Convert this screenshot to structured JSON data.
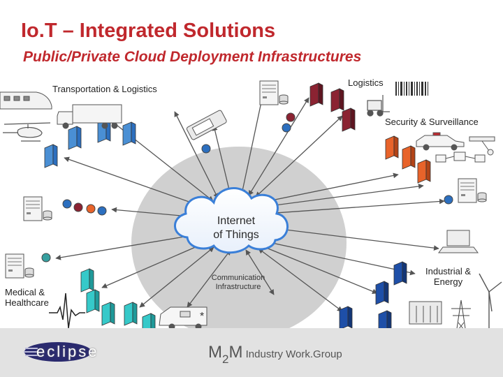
{
  "slide": {
    "title": "Io.T – Integrated Solutions",
    "subtitle": "Public/Private Cloud Deployment Infrastructures"
  },
  "labels": {
    "transportation": "Transportation & Logistics",
    "logistics": "Logistics",
    "security": "Security & Surveillance",
    "industrial_line1": "Industrial &",
    "industrial_line2": "Energy",
    "medical_line1": "Medical &",
    "medical_line2": "Healthcare",
    "cloud_line1": "Internet",
    "cloud_line2": "of Things",
    "comm_line1": "Communication",
    "comm_line2": "Infrastructure"
  },
  "footer": {
    "eclipse_logo": "eclipse",
    "m2m_m1": "M",
    "m2m_2": "2",
    "m2m_m2": "M",
    "m2m_rest": " Industry Work.Group"
  },
  "colors": {
    "title": "#c0282d",
    "blue_device": "#4a8fd4",
    "cyan_device": "#36c9c9",
    "orange_device": "#e8632a",
    "maroon_device": "#8b2332",
    "navy_device": "#1e4fa8",
    "cloud_halo": "#cfcfcf",
    "cloud_edge": "#3a7fd8"
  },
  "icons": [
    "server-icon",
    "train-icon",
    "truck-icon",
    "helicopter-icon",
    "forklift-icon",
    "barcode-icon",
    "car-icon",
    "satellite-icon",
    "laptop-icon",
    "ambulance-icon",
    "ecg-icon",
    "wind-turbine-icon",
    "power-pylon-icon",
    "rack-unit-icon",
    "handheld-icon"
  ]
}
